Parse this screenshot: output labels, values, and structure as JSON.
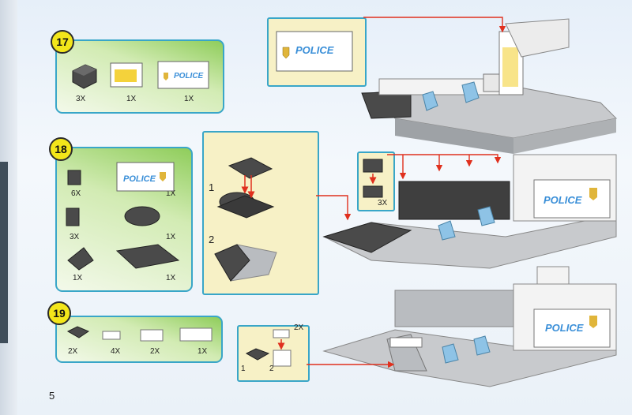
{
  "page_number": "5",
  "steps": [
    {
      "number": "17",
      "counts": [
        "3X",
        "1X",
        "1X"
      ]
    },
    {
      "number": "18",
      "counts": [
        "6X",
        "1X",
        "3X",
        "1X",
        "1X",
        "1X"
      ],
      "sub_steps": [
        "1",
        "2"
      ],
      "inset_count": "3X"
    },
    {
      "number": "19",
      "counts": [
        "2X",
        "4X",
        "2X",
        "1X"
      ],
      "sub_steps": [
        "1",
        "2"
      ],
      "inset_count": "2X"
    }
  ],
  "police_label": "POLICE",
  "colors": {
    "arrow": "#e0301e",
    "panel_border": "#39a6c8",
    "step_circle": "#f3e61a",
    "brick_dark": "#4a4a4a",
    "brick_grey": "#b9bcc0",
    "seat": "#8ec3e6"
  }
}
